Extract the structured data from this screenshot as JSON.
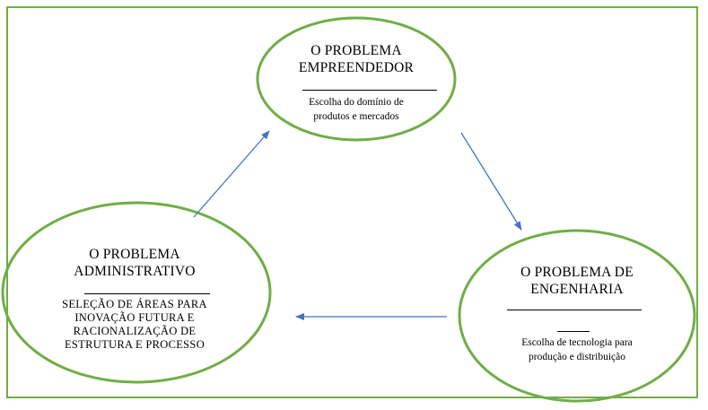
{
  "accent_color": "#70ad47",
  "arrow_color": "#4472c4",
  "nodes": {
    "entrepreneur": {
      "title_line1": "O PROBLEMA",
      "title_line2": "EMPREENDEDOR",
      "desc_line1": "Escolha do domínio de",
      "desc_line2": "produtos e mercados"
    },
    "engineering": {
      "title_line1": "O PROBLEMA DE",
      "title_line2": "ENGENHARIA",
      "desc_line1": "Escolha de tecnologia para",
      "desc_line2": "produção e distribuição"
    },
    "administrative": {
      "title_line1": "O PROBLEMA",
      "title_line2": "ADMINISTRATIVO",
      "desc_line1": "SELEÇÃO DE ÁREAS PARA",
      "desc_line2": "INOVAÇÃO FUTURA E",
      "desc_line3": "RACIONALIZAÇÃO DE",
      "desc_line4": "ESTRUTURA E PROCESSO"
    }
  }
}
